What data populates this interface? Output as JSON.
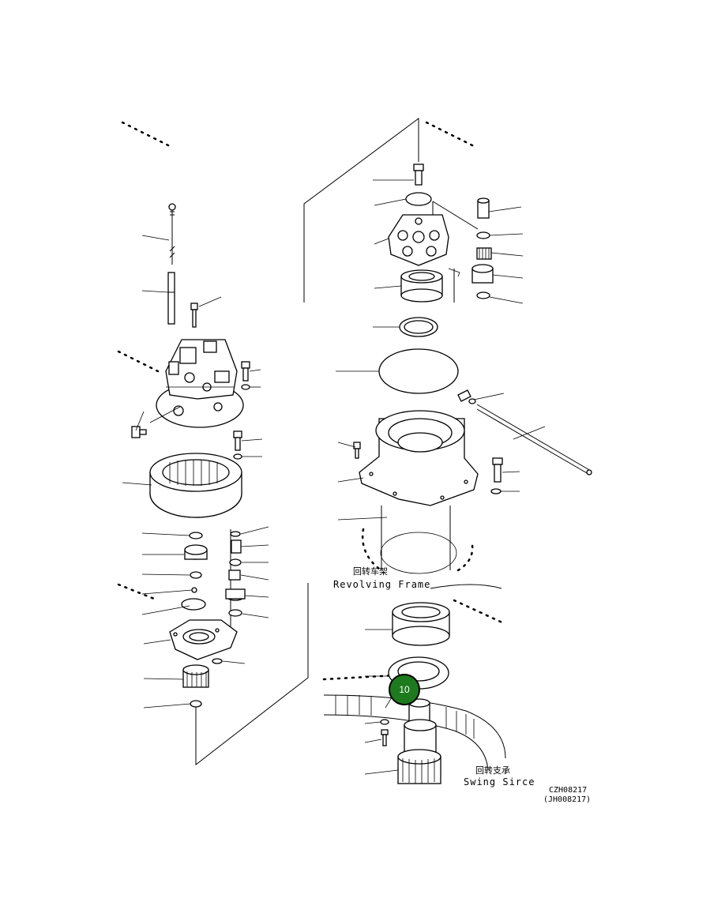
{
  "labels": {
    "revolving_frame_cn": "回转车架",
    "revolving_frame_en": "Revolving Frame",
    "swing_circle_cn": "回转支承",
    "swing_circle_en": "Swing Sirce",
    "drawing_code": "CZH08217",
    "drawing_code_alt": "(JH008217)"
  },
  "highlight": {
    "number": "10",
    "color": "#1e7a1e"
  }
}
